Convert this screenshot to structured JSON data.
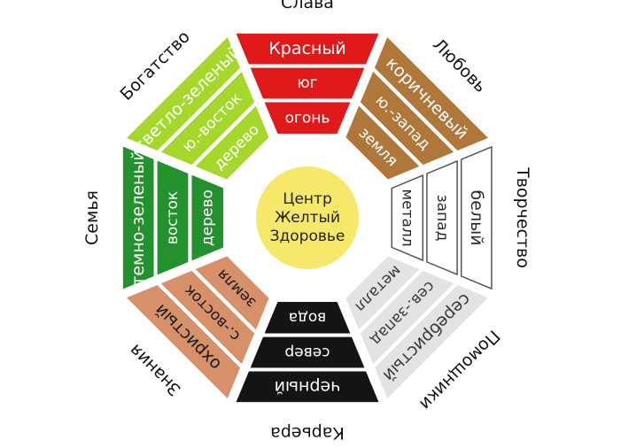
{
  "center": {
    "lines": [
      "Центр",
      "Желтый",
      "Здоровье"
    ],
    "fill": "#f5e86a"
  },
  "sectors": [
    {
      "id": "south",
      "label": "Слава",
      "fill": "#e01a1a",
      "text_color": "#ffffff",
      "stroke": "#e01a1a",
      "bands": [
        "Красный",
        "юг",
        "огонь"
      ]
    },
    {
      "id": "southwest",
      "label": "Любовь",
      "fill": "#b0773a",
      "text_color": "#ffffff",
      "stroke": "#b0773a",
      "bands": [
        "коричневый",
        "ю.-запад",
        "земля"
      ]
    },
    {
      "id": "west",
      "label": "Творчество",
      "fill": "#ffffff",
      "text_color": "#2a2a2a",
      "stroke": "#555555",
      "bands": [
        "белый",
        "запад",
        "металл"
      ]
    },
    {
      "id": "northwest",
      "label": "Помощники",
      "fill": "#e2e4e2",
      "text_color": "#3a3a3a",
      "stroke": "#e2e4e2",
      "bands": [
        "серебристый",
        "сев.-запад",
        "металл"
      ]
    },
    {
      "id": "north",
      "label": "Карьера",
      "fill": "#141414",
      "text_color": "#ffffff",
      "stroke": "#141414",
      "bands": [
        "черный",
        "север",
        "вода"
      ]
    },
    {
      "id": "northeast",
      "label": "Знания",
      "fill": "#d6906a",
      "text_color": "#1a1a1a",
      "stroke": "#d6906a",
      "bands": [
        "охристый",
        "с.-восток",
        "земля"
      ]
    },
    {
      "id": "east",
      "label": "Семья",
      "fill": "#23912d",
      "text_color": "#ffffff",
      "stroke": "#23912d",
      "bands": [
        "темно-зеленый",
        "восток",
        "дерево"
      ]
    },
    {
      "id": "southeast",
      "label": "Богатство",
      "fill": "#a5d72c",
      "text_color": "#ffffff",
      "stroke": "#a5d72c",
      "bands": [
        "светло-зеленый",
        "ю.-восток",
        "дерево"
      ]
    }
  ]
}
